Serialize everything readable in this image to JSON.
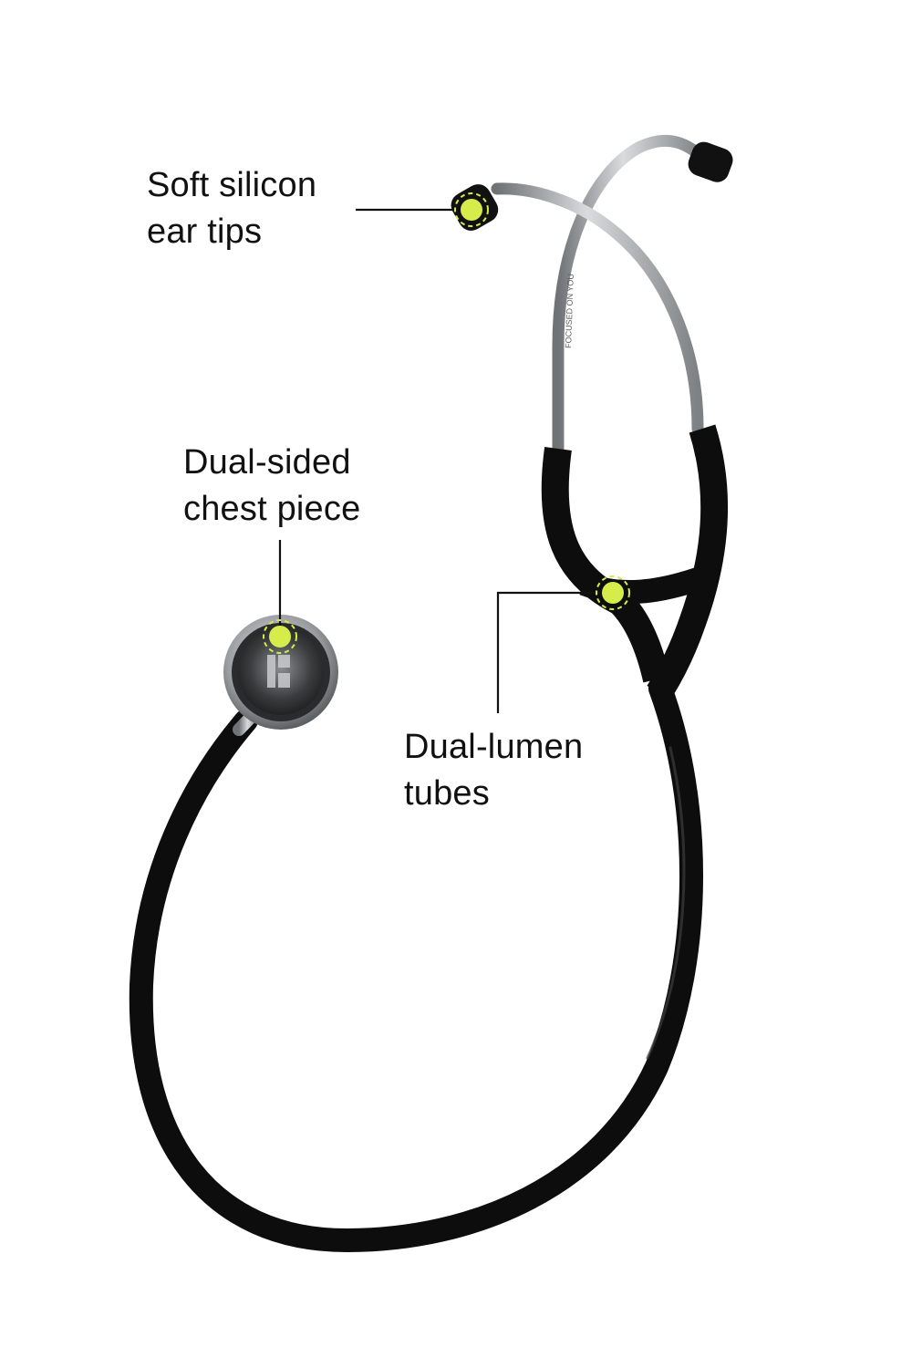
{
  "callouts": {
    "ear_tips": {
      "line1": "Soft silicon",
      "line2": "ear tips"
    },
    "chest_piece": {
      "line1": "Dual-sided",
      "line2": "chest piece"
    },
    "tubes": {
      "line1": "Dual-lumen",
      "line2": "tubes"
    }
  },
  "binaural_engraving": "FOCUSED ON YOU",
  "colors": {
    "background": "#ffffff",
    "tubing": "#0d0d0d",
    "steel": "#a9acaf",
    "highlight_dot": "#d6ec4a",
    "leader_line": "#111111",
    "label_text": "#111111"
  },
  "icons": {
    "ear_tip_marker": "highlight-dot-icon",
    "chest_piece_marker": "highlight-dot-icon",
    "tube_marker": "highlight-dot-icon"
  }
}
